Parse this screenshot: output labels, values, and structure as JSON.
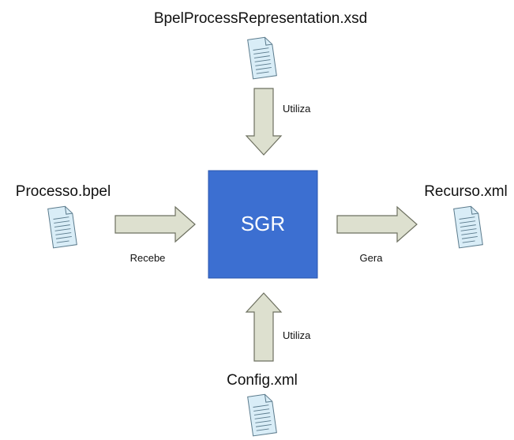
{
  "colors": {
    "center_fill": "#3c6fd1",
    "center_stroke": "#2a55ad",
    "arrow_fill": "#dde0cf",
    "arrow_stroke": "#6d7060",
    "doc_fill": "#d9edf7",
    "doc_stroke": "#5a7a8c"
  },
  "nodes": {
    "center": {
      "label": "SGR"
    },
    "top_file": {
      "label": "BpelProcessRepresentation.xsd",
      "icon": "xml-document-icon"
    },
    "left_file": {
      "label": "Processo.bpel",
      "icon": "xml-document-icon"
    },
    "right_file": {
      "label": "Recurso.xml",
      "icon": "xml-document-icon"
    },
    "bottom_file": {
      "label": "Config.xml",
      "icon": "xml-document-icon"
    }
  },
  "edges": {
    "top": {
      "label": "Utiliza",
      "direction": "down"
    },
    "left": {
      "label": "Recebe",
      "direction": "right"
    },
    "right": {
      "label": "Gera",
      "direction": "right"
    },
    "bottom": {
      "label": "Utiliza",
      "direction": "up"
    }
  }
}
